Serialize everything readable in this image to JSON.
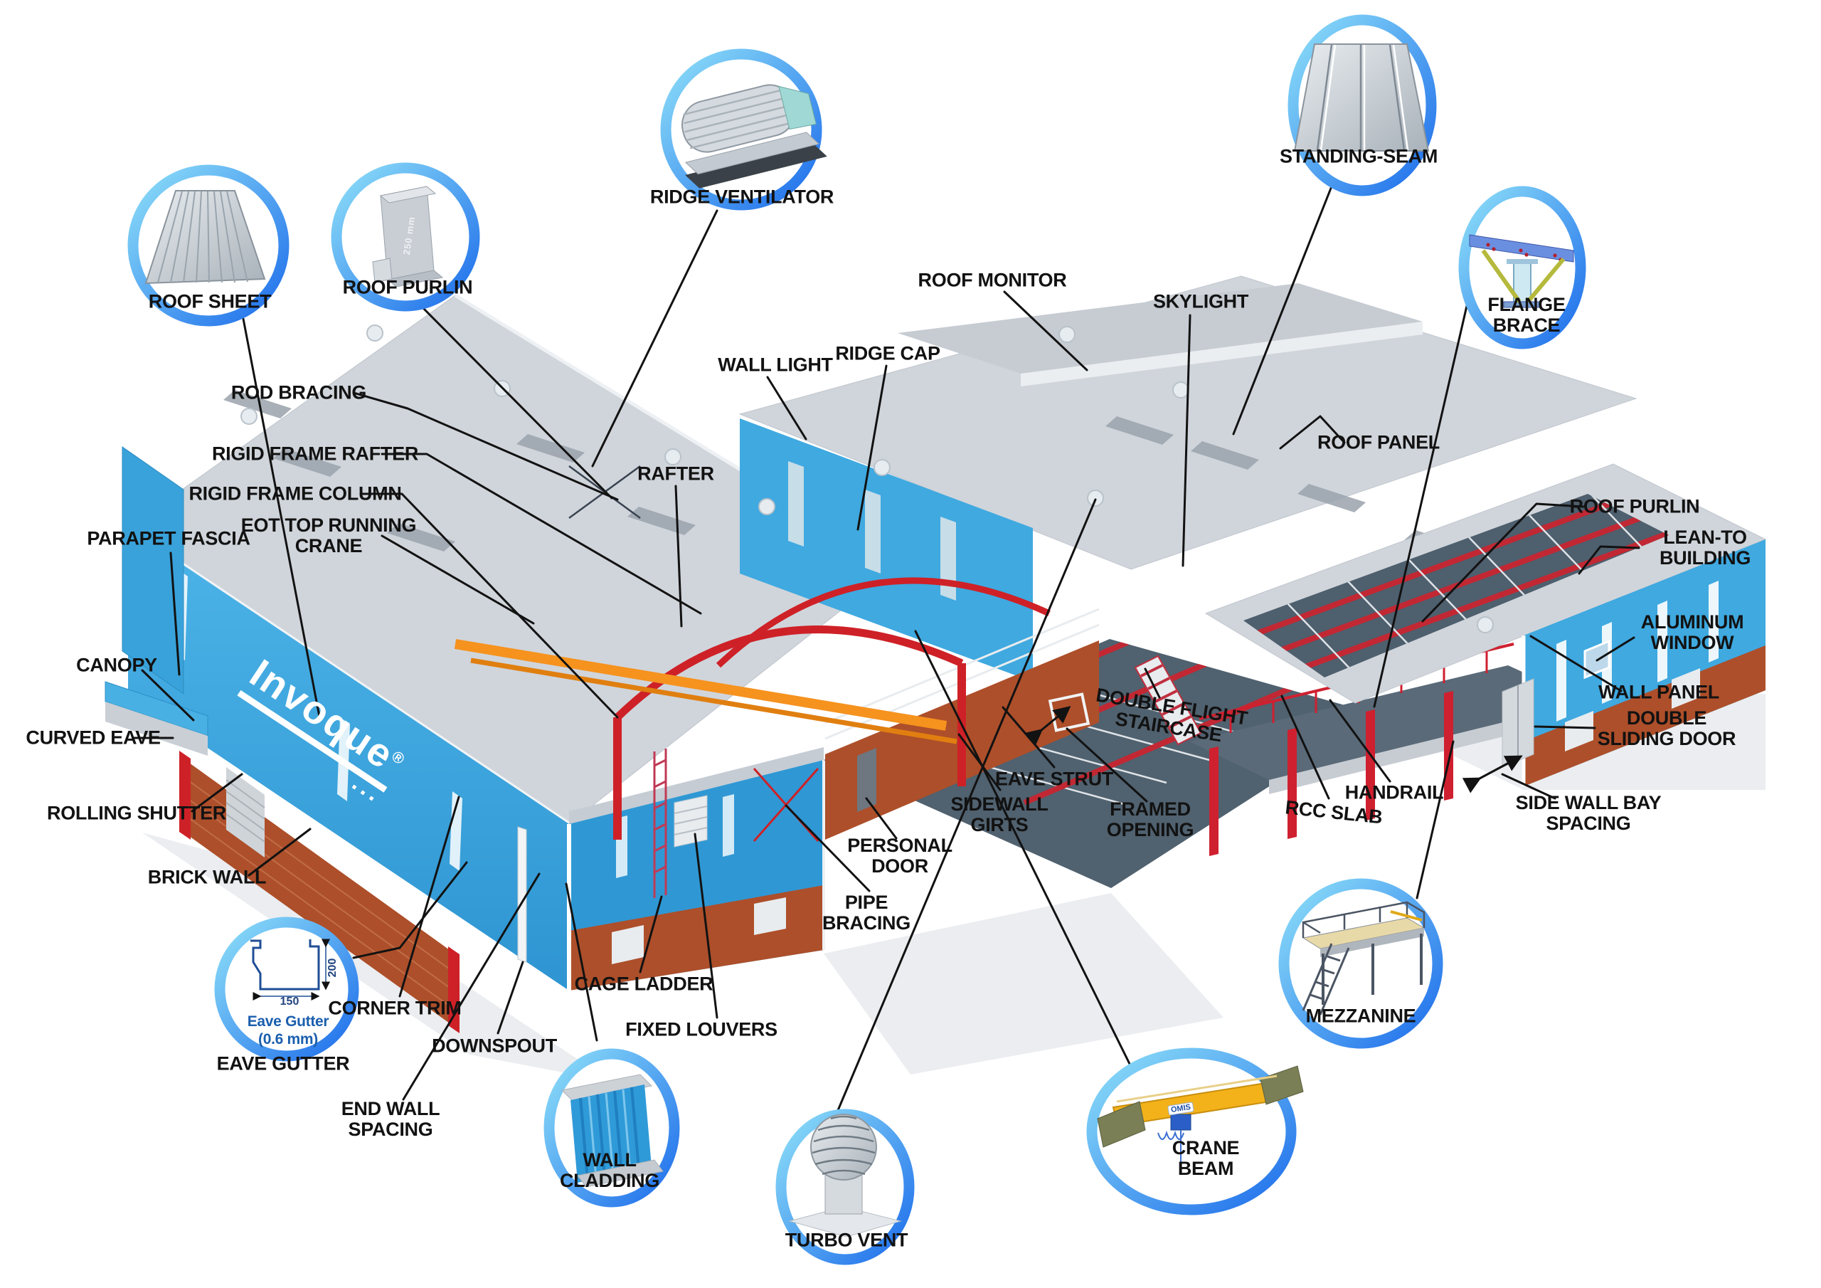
{
  "diagram": {
    "type": "pre-engineered-steel-building-components",
    "brand": {
      "logo_text": "Invoque",
      "logo_reg": "®",
      "logo_dots": "..."
    }
  },
  "insets": {
    "roof_sheet": {
      "label": "ROOF SHEET"
    },
    "roof_purlin": {
      "label": "ROOF PURLIN",
      "dim_text": "250 mm"
    },
    "ridge_ventilator": {
      "label": "RIDGE VENTILATOR"
    },
    "standing_seam": {
      "label": "STANDING-SEAM"
    },
    "flange_brace": {
      "label": "FLANGE\nBRACE"
    },
    "eave_gutter": {
      "label": "EAVE GUTTER",
      "caption": "Eave Gutter\n(0.6 mm)",
      "height_dim": "200",
      "width_dim": "150"
    },
    "wall_cladding": {
      "label": "WALL\nCLADDING"
    },
    "turbo_vent": {
      "label": "TURBO VENT"
    },
    "crane_beam": {
      "label": "CRANE\nBEAM",
      "brand": "OMIS"
    },
    "mezzanine": {
      "label": "MEZZANINE"
    }
  },
  "callouts": {
    "rod_bracing": "ROD BRACING",
    "rigid_frame_rafter": "RIGID FRAME RAFTER",
    "rigid_frame_column": "RIGID FRAME COLUMN",
    "eot_top_running_crane": "EOT TOP RUNNING\nCRANE",
    "parapet_fascia": "PARAPET FASCIA",
    "canopy": "CANOPY",
    "curved_eave": "CURVED EAVE",
    "rolling_shutter": "ROLLING SHUTTER",
    "brick_wall": "BRICK WALL",
    "corner_trim": "CORNER TRIM",
    "downspout": "DOWNSPOUT",
    "end_wall_spacing": "END WALL\nSPACING",
    "cage_ladder": "CAGE LADDER",
    "fixed_louvers": "FIXED LOUVERS",
    "wall_light": "WALL LIGHT",
    "ridge_cap": "RIDGE CAP",
    "rafter": "RAFTER",
    "roof_monitor": "ROOF MONITOR",
    "skylight": "SKYLIGHT",
    "roof_panel": "ROOF PANEL",
    "personal_door": "PERSONAL\nDOOR",
    "pipe_bracing": "PIPE\nBRACING",
    "sidewall_girts": "SIDEWALL\nGIRTS",
    "eave_strut": "EAVE STRUT",
    "framed_opening": "FRAMED\nOPENING",
    "double_flight_staircase": "DOUBLE FLIGHT\nSTAIRCASE",
    "rcc_slab": "RCC SLAB",
    "handrail": "HANDRAIL",
    "side_wall_bay_spacing": "SIDE WALL BAY SPACING",
    "roof_purlin_right": "ROOF PURLIN",
    "lean_to_building": "LEAN-TO BUILDING",
    "aluminum_window": "ALUMINUM WINDOW",
    "wall_panel": "WALL PANEL",
    "double_sliding_door": "DOUBLE SLIDING DOOR"
  },
  "colors": {
    "ring_start": "#8EE0F8",
    "ring_end": "#1D6CEB",
    "wall_blue": "#3FA9E0",
    "frame_red": "#CE2127",
    "crane_orange": "#F6921E",
    "brick": "#AD4F2A",
    "roof_gray": "#D0D5DB",
    "label_text": "#121212"
  }
}
